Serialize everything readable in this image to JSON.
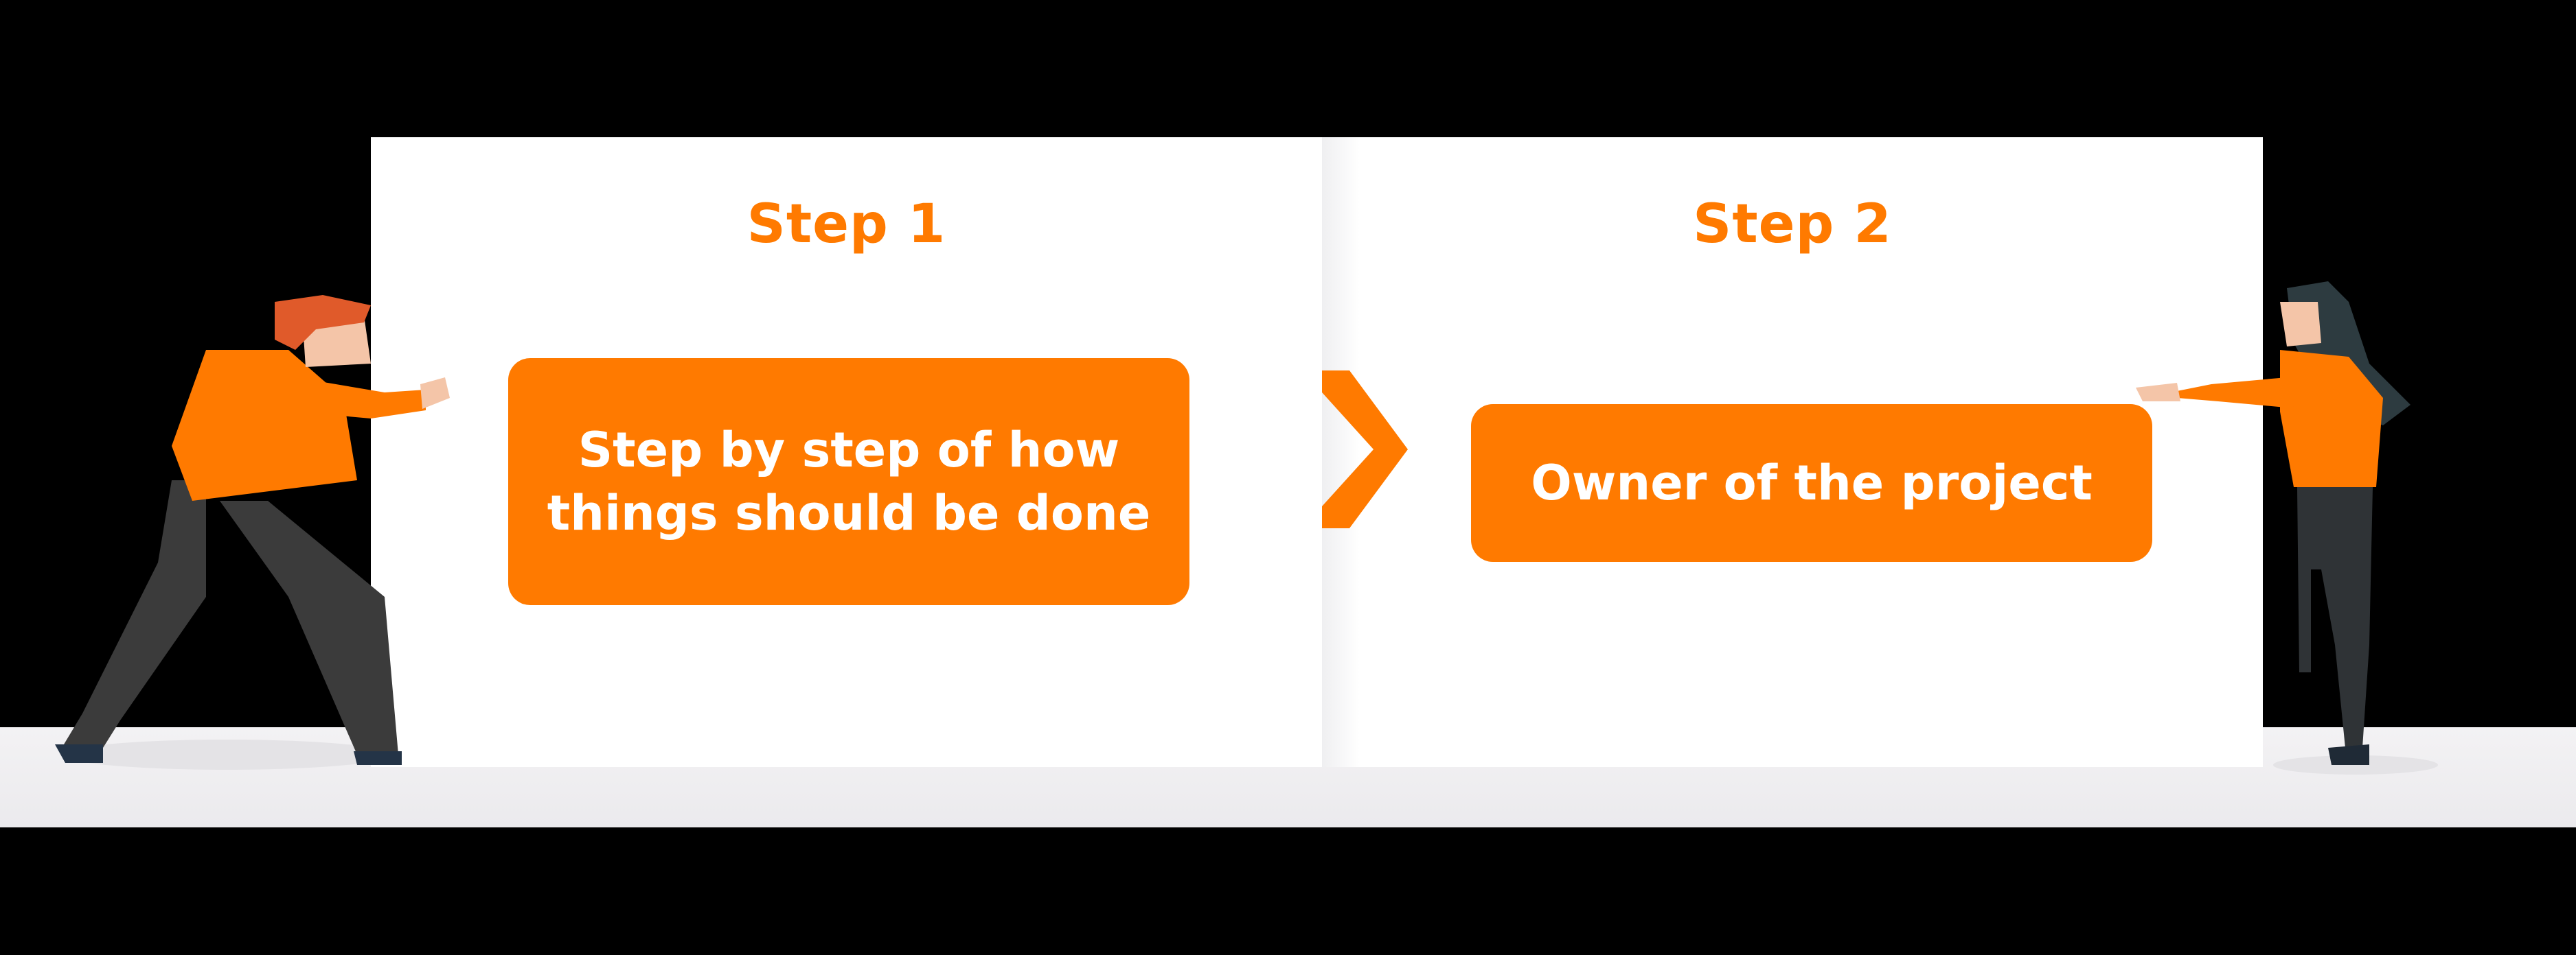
{
  "steps": [
    {
      "title": "Step 1",
      "text": "Step by step of how things should be done"
    },
    {
      "title": "Step 2",
      "text": "Owner of the project"
    }
  ],
  "colors": {
    "accent": "#ff7a00",
    "panel": "#ffffff",
    "background": "#000000",
    "figure_dark": "#3b3b3b"
  },
  "icons": {
    "arrow": "chevron-right-icon",
    "left_figure": "person-pushing-icon",
    "right_figure": "person-reaching-icon"
  }
}
